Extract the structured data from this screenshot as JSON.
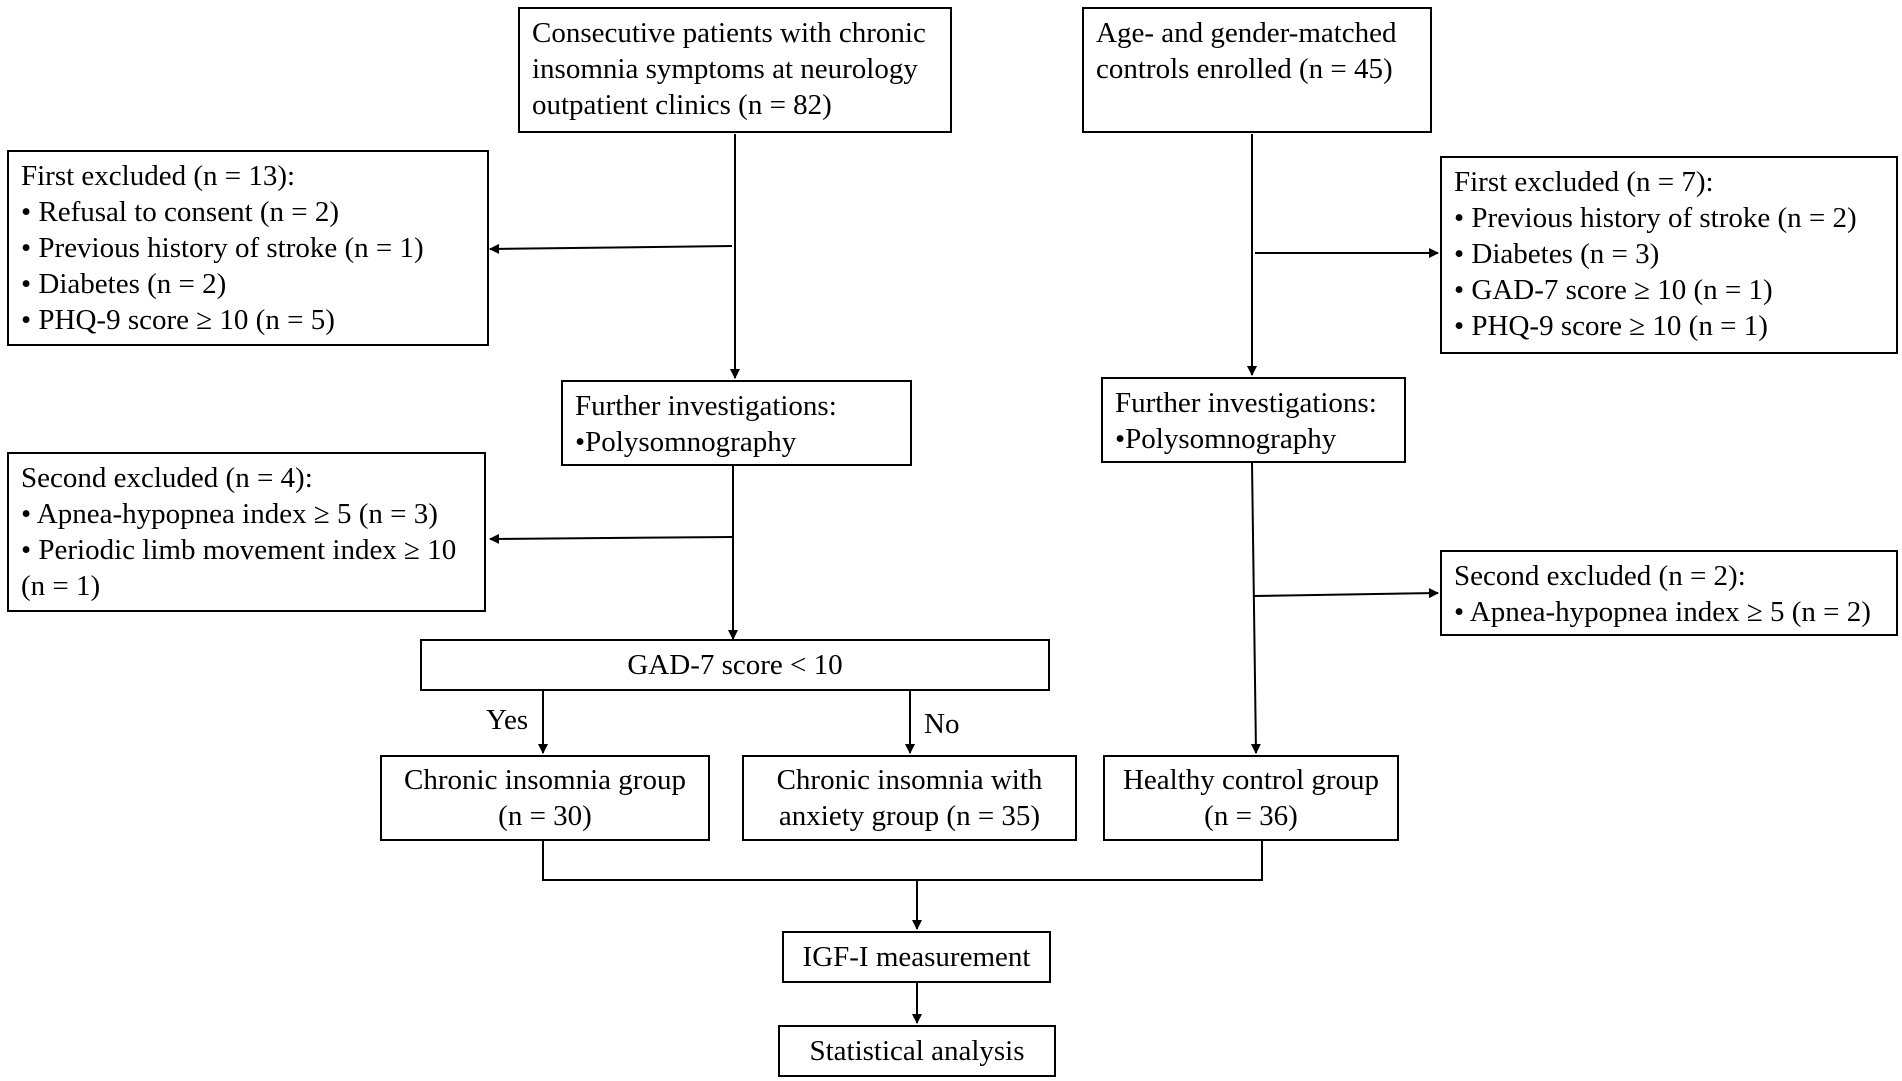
{
  "boxes": {
    "patients": {
      "lines": [
        "Consecutive patients with chronic",
        "insomnia symptoms at neurology",
        "outpatient clinics (n = 82)"
      ]
    },
    "controls": {
      "lines": [
        "Age- and gender-matched",
        "controls enrolled (n = 45)"
      ]
    },
    "patients_first_excluded": {
      "lines": [
        "First excluded (n = 13):",
        "• Refusal to consent (n = 2)",
        "• Previous history of stroke (n = 1)",
        "• Diabetes (n = 2)",
        "• PHQ-9 score ≥ 10 (n = 5)"
      ]
    },
    "controls_first_excluded": {
      "lines": [
        "First excluded (n = 7):",
        "• Previous history of stroke (n = 2)",
        "• Diabetes (n = 3)",
        "• GAD-7 score ≥ 10 (n = 1)",
        "• PHQ-9 score ≥ 10 (n = 1)"
      ]
    },
    "patients_further": {
      "lines": [
        "Further investigations:",
        "•Polysomnography"
      ]
    },
    "controls_further": {
      "lines": [
        "Further investigations:",
        "•Polysomnography"
      ]
    },
    "patients_second_excluded": {
      "lines": [
        "Second excluded (n = 4):",
        "• Apnea-hypopnea index  ≥  5 (n = 3)",
        "• Periodic limb movement index ≥ 10",
        "(n = 1)"
      ]
    },
    "controls_second_excluded": {
      "lines": [
        "Second excluded (n = 2):",
        "• Apnea-hypopnea index  ≥ 5 (n = 2)"
      ]
    },
    "gad_decision": {
      "lines": [
        "GAD-7 score  < 10"
      ]
    },
    "insomnia_group": {
      "lines": [
        "Chronic insomnia group",
        "(n = 30)"
      ]
    },
    "anxiety_group": {
      "lines": [
        "Chronic insomnia with",
        "anxiety group (n = 35)"
      ]
    },
    "control_group": {
      "lines": [
        "Healthy control group",
        "(n = 36)"
      ]
    },
    "igf": {
      "lines": [
        "IGF-I measurement"
      ]
    },
    "stats": {
      "lines": [
        "Statistical analysis"
      ]
    }
  },
  "branch_labels": {
    "yes": "Yes",
    "no": "No"
  }
}
